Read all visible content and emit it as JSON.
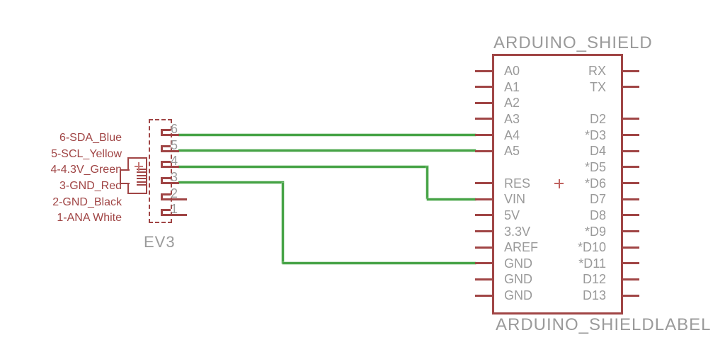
{
  "diagram_type": "circuit schematic",
  "ev3": {
    "label": "EV3",
    "pin_labels": [
      "6-SDA_Blue",
      "5-SCL_Yellow",
      "4-4.3V_Green",
      "3-GND_Red",
      "2-GND_Black",
      "1-ANA White"
    ],
    "pins": [
      {
        "number": "6",
        "connected": true
      },
      {
        "number": "5",
        "connected": true
      },
      {
        "number": "4",
        "connected": true
      },
      {
        "number": "3",
        "connected": true
      },
      {
        "number": "2",
        "connected": false
      },
      {
        "number": "1",
        "connected": false
      }
    ]
  },
  "shield": {
    "title": "ARDUINO_SHIELD",
    "bottom_label": "ARDUINO_SHIELDLABEL",
    "left_pins": [
      {
        "label": "A0",
        "row": 0
      },
      {
        "label": "A1",
        "row": 1
      },
      {
        "label": "A2",
        "row": 2
      },
      {
        "label": "A3",
        "row": 3
      },
      {
        "label": "A4",
        "row": 4
      },
      {
        "label": "A5",
        "row": 5
      },
      {
        "label": "RES",
        "row": 7
      },
      {
        "label": "VIN",
        "row": 8
      },
      {
        "label": "5V",
        "row": 9
      },
      {
        "label": "3.3V",
        "row": 10
      },
      {
        "label": "AREF",
        "row": 11
      },
      {
        "label": "GND",
        "row": 12
      },
      {
        "label": "GND",
        "row": 13
      },
      {
        "label": "GND",
        "row": 14
      }
    ],
    "right_pins": [
      {
        "label": "RX",
        "row": 0
      },
      {
        "label": "TX",
        "row": 1
      },
      {
        "label": "D2",
        "row": 3
      },
      {
        "label": "*D3",
        "row": 4
      },
      {
        "label": "D4",
        "row": 5
      },
      {
        "label": "*D5",
        "row": 6
      },
      {
        "label": "*D6",
        "row": 7
      },
      {
        "label": "D7",
        "row": 8
      },
      {
        "label": "D8",
        "row": 9
      },
      {
        "label": "*D9",
        "row": 10
      },
      {
        "label": "*D10",
        "row": 11
      },
      {
        "label": "*D11",
        "row": 12
      },
      {
        "label": "D12",
        "row": 13
      },
      {
        "label": "D13",
        "row": 14
      }
    ]
  },
  "connections": [
    {
      "from_ev3_pin": "6",
      "to_shield_pin": "A4",
      "route": "straight"
    },
    {
      "from_ev3_pin": "5",
      "to_shield_pin": "A5",
      "route": "straight"
    },
    {
      "from_ev3_pin": "4",
      "to_shield_pin": "VIN",
      "route": "bend"
    },
    {
      "from_ev3_pin": "3",
      "to_shield_pin": "GND",
      "route": "bend"
    }
  ],
  "colors": {
    "symbol_red": "#a04545",
    "text_red": "#a84e4e",
    "wire_green": "#46a346",
    "label_gray": "#9a9a9a"
  }
}
